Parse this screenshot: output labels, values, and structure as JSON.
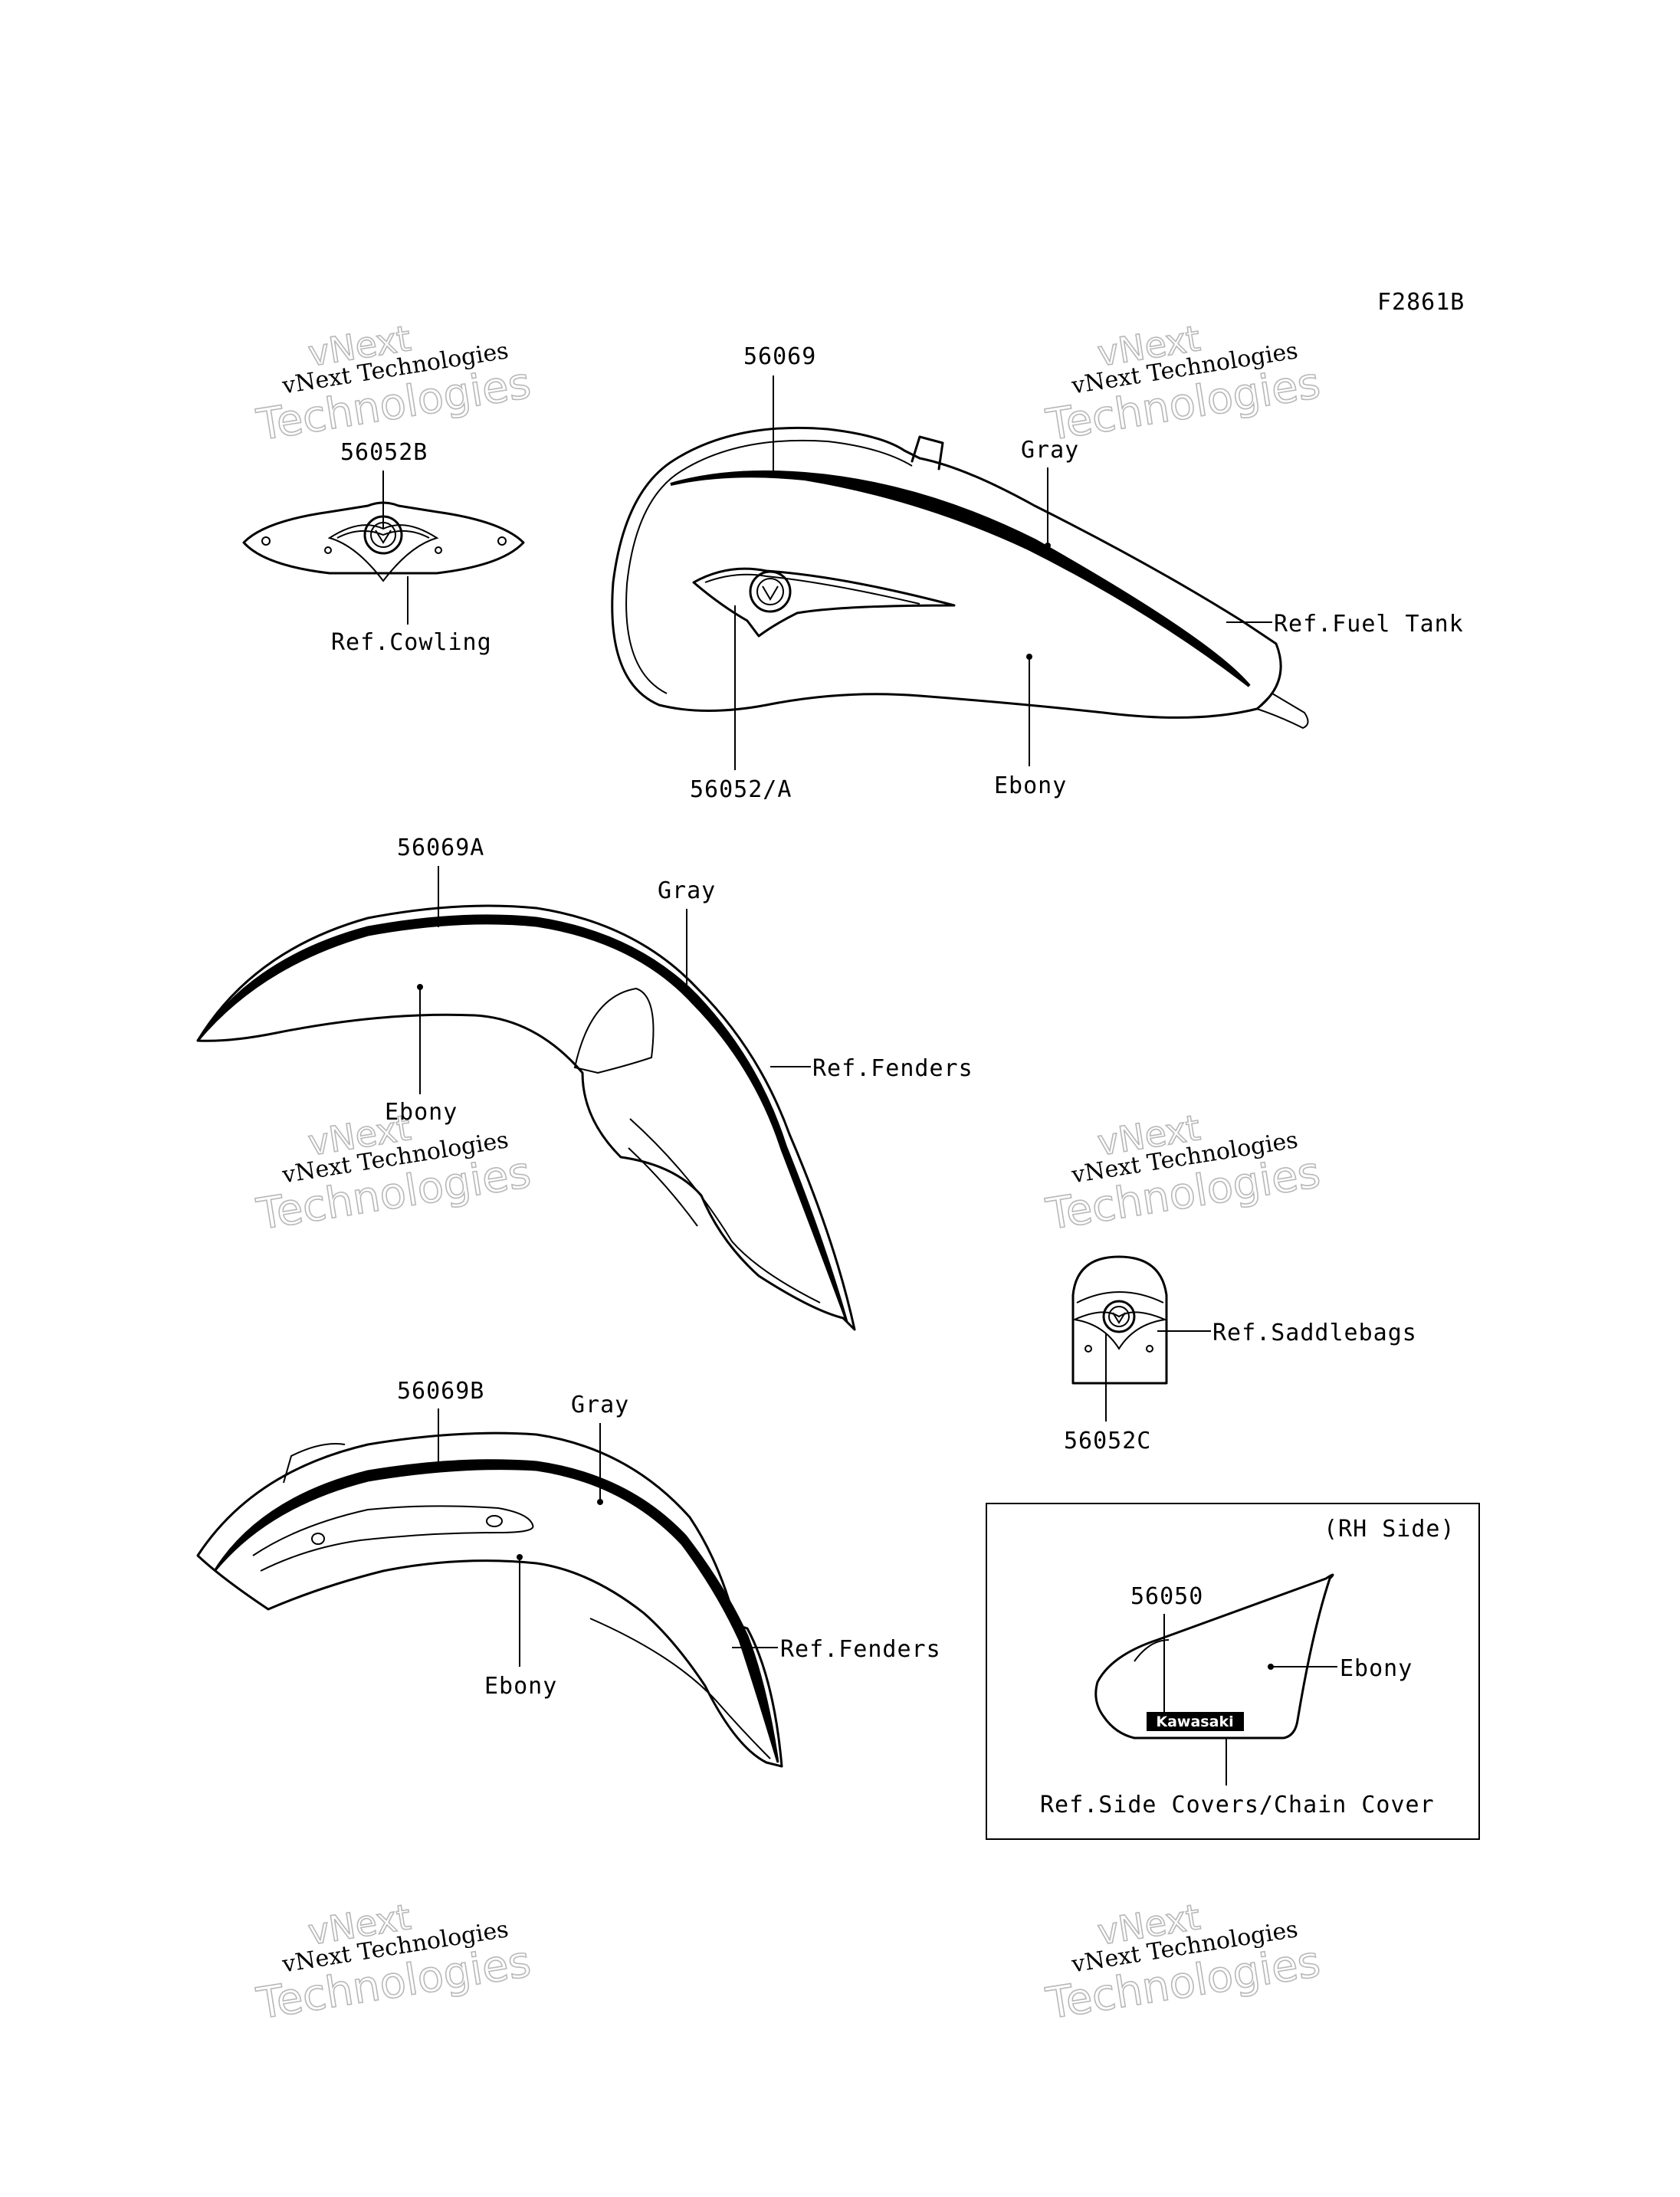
{
  "figure_code": "F2861B",
  "watermark": {
    "line1": "vNext",
    "line2": "vNext Technologies",
    "line3": "Technologies"
  },
  "labels": {
    "p56069": "56069",
    "p56052B": "56052B",
    "p56052A": "56052/A",
    "p56069A": "56069A",
    "p56069B": "56069B",
    "p56052C": "56052C",
    "p56050": "56050",
    "gray": "Gray",
    "ebony": "Ebony",
    "ref_cowling": "Ref.Cowling",
    "ref_fuel_tank": "Ref.Fuel Tank",
    "ref_fenders": "Ref.Fenders",
    "ref_saddlebags": "Ref.Saddlebags",
    "ref_side_covers": "Ref.Side Covers/Chain Cover",
    "rh_side": "(RH Side)",
    "kawasaki": "Kawasaki"
  }
}
